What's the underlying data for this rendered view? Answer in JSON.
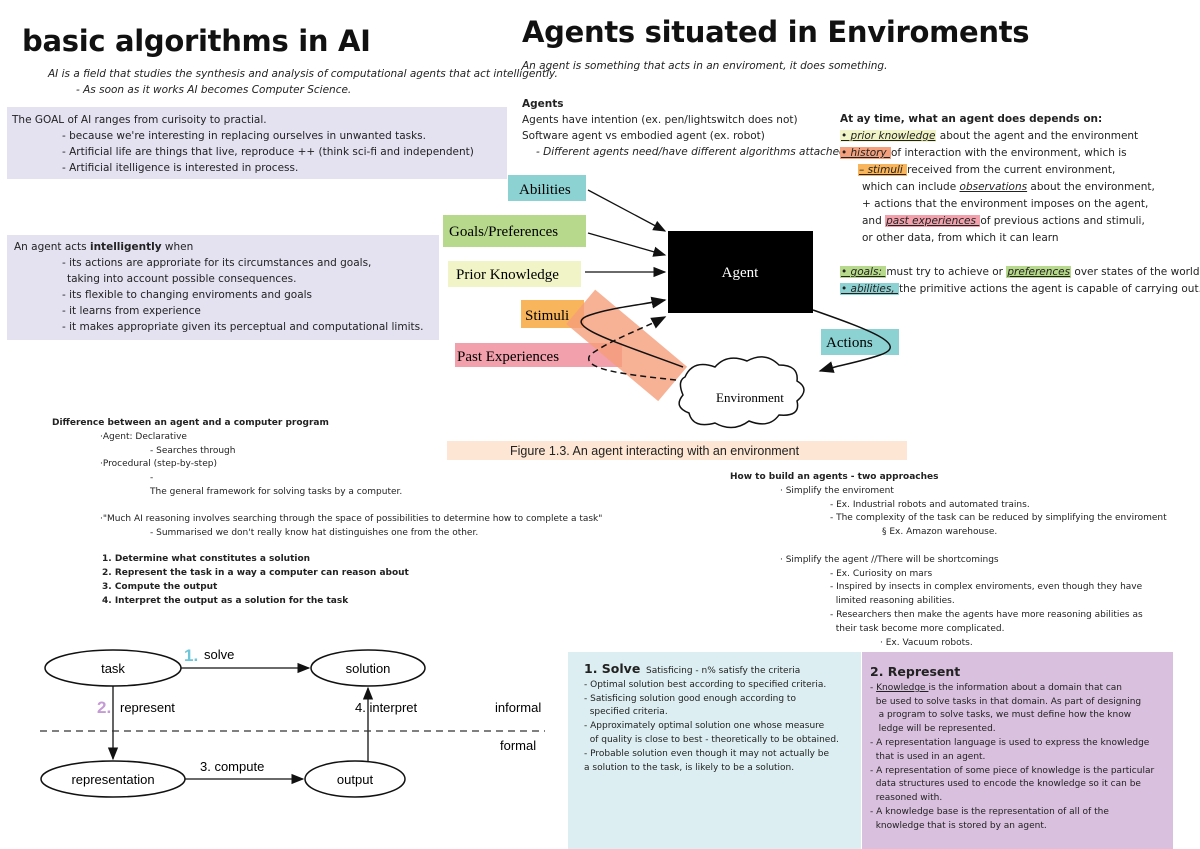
{
  "left": {
    "title": "basic algorithms in  AI",
    "intro": "AI is a field that studies the synthesis and analysis of computational agents that act intelligently.",
    "intro_note": "- As soon as it works AI becomes Computer Science.",
    "goal_box": {
      "heading": "The  GOAL of AI  ranges from curisoity to practial.",
      "items": [
        "- because we're interesting in replacing ourselves in unwanted tasks.",
        "- Artificial life are things that live, reproduce ++ (think sci-fi and independent)",
        "- Artificial itelligence is interested in process."
      ]
    },
    "intelligent_box": {
      "heading_pre": "An agent acts ",
      "heading_bold": "intelligently",
      "heading_post": " when",
      "items": [
        "- its actions are approriate for its circumstances and goals,",
        " taking into account possible consequences.",
        "- its flexible to changing enviroments and goals",
        "- it learns from experience",
        "- it makes appropriate given its perceptual and computational limits."
      ]
    },
    "difference": {
      "heading": "Difference between an agent and a computer program",
      "lines": [
        "·Agent:  Declarative",
        "- Searches through",
        "·Procedural (step-by-step)",
        "-",
        "The general framework for solving tasks by a computer.",
        "·\"Much AI reasoning involves searching through the space of possibilities to determine how to complete a task\"",
        "- Summarised we don't really know hat distinguishes one from the other."
      ],
      "steps": [
        "1. Determine what constitutes a solution",
        "2. Represent the task in a way a computer can reason about",
        "3. Compute the output",
        "4. Interpret the output as a solution for the task"
      ]
    },
    "flow": {
      "task": "task",
      "solution": "solution",
      "representation": "representation",
      "output": "output",
      "solve_num": "1.",
      "solve": "solve",
      "represent_num": "2.",
      "represent": "represent",
      "compute": "3. compute",
      "interpret": "4. interpret",
      "informal": "informal",
      "formal": "formal"
    }
  },
  "right": {
    "title": "Agents situated in Enviroments",
    "intro": "An agent is something that acts in an enviroment, it does something.",
    "agents": {
      "heading": "Agents",
      "lines": [
        "Agents have intention (ex. pen/lightswitch does not)",
        "Software agent vs embodied agent (ex. robot)"
      ],
      "note": "- Different agents need/have different algorithms attached"
    },
    "depends": {
      "heading": "At ay time, what an agent does depends on:",
      "prior": "• prior  knowledge",
      "prior_rest": " about the agent and the environment",
      "history": "• history ",
      "history_rest": "of interaction with the environment, which is",
      "stimuli": "– stimuli ",
      "stimuli_rest": "received from the current environment,",
      "obs_pre": "which can include ",
      "obs": "observations",
      "obs_post": " about the environment,",
      "actions": "+ actions that the environment imposes on the agent,",
      "past_pre": "and ",
      "past": "past experiences ",
      "past_post": "of previous actions and stimuli,",
      "other": "or other data, from which it can learn",
      "goals": "• goals: ",
      "goals_rest": "must try to achieve or ",
      "preferences": "preferences",
      "pref_rest": " over states of the world",
      "abilities": "• abilities, ",
      "abilities_rest": "the primitive actions the agent is capable of carrying out."
    },
    "figure": {
      "abilities": "Abilities",
      "goals": "Goals/Preferences",
      "prior": "Prior Knowledge",
      "stimuli": "Stimuli",
      "past": "Past Experiences",
      "agent": "Agent",
      "actions": "Actions",
      "environment": "Environment",
      "caption": "Figure 1.3. An agent interacting with an environment"
    },
    "build": {
      "heading": "How to build an agents - two approaches",
      "lines": [
        "· Simplify the enviroment",
        "- Ex. Industrial robots and automated trains.",
        "- The complexity of the task can be reduced by simplifying the enviroment",
        "§ Ex. Amazon warehouse.",
        "",
        "· Simplify the agent    //There will be shortcomings",
        "- Ex. Curiosity on mars",
        "- Inspired by insects in complex enviroments, even though they have",
        "  limited reasoning abilities.",
        "- Researchers then make the agents have more reasoning abilities as",
        "  their task become more complicated.",
        "· Ex. Vacuum robots."
      ]
    },
    "solve_box": {
      "title": "1. Solve",
      "subtitle": "Satisficing - n% satisfy the criteria",
      "lines": [
        "- Optimal solution best according to specified criteria.",
        "- Satisficing solution good enough according to",
        "  specified criteria.",
        "- Approximately optimal solution one whose measure",
        "  of quality is close to best - theoretically to be obtained.",
        "- Probable solution even though it may not actually be",
        "a solution to the task, is likely to be a solution."
      ]
    },
    "represent_box": {
      "title": "2. Represent",
      "first_pre": "- ",
      "first_u": "Knowledge ",
      "first_post": "is the information about a domain that can",
      "lines": [
        "  be used to solve tasks in that domain. As part of designing",
        "   a program to solve tasks, we must define how the know",
        "   ledge will be represented.",
        "- A representation language is used to express the knowledge",
        "  that is used in an agent.",
        "- A representation of some piece of knowledge is the particular",
        "  data structures used to encode the knowledge so it can be",
        "  reasoned with.",
        "- A knowledge base is the representation of all of the",
        "  knowledge that is stored by an agent."
      ]
    }
  },
  "colors": {
    "lavender_box": "#e4e2f1",
    "prior": "#f1f4c6",
    "history": "#f4a07c",
    "stimuli": "#f8b55b",
    "past": "#f2a0ac",
    "goals": "#b7d98b",
    "abilities": "#8dd2d2",
    "caption": "#fde6d3",
    "solve_box": "#dceef1",
    "represent_box": "#d9c0de",
    "accent_blue": "#6ec6d8",
    "accent_purple": "#c59bd6"
  }
}
